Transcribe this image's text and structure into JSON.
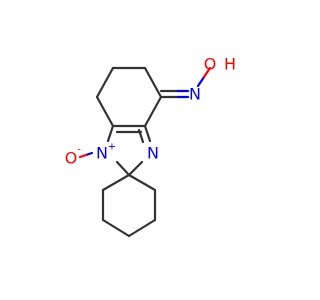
{
  "molecule": {
    "atoms": {
      "n1": {
        "symbol": "N",
        "charge": "+",
        "color": "#0000ff"
      },
      "n3": {
        "symbol": "N",
        "color": "#0000ff"
      },
      "oxide": {
        "symbol": "O",
        "charge": "-",
        "color": "#ff0000"
      },
      "oxime_n": {
        "symbol": "N",
        "color": "#0000ff"
      },
      "oxime_o": {
        "symbol": "O",
        "color": "#ff0000"
      },
      "hydroxyl_h": {
        "symbol": "H",
        "color": "#ff0000"
      }
    },
    "colors": {
      "bond": "#333333",
      "nitrogen": "#0000ff",
      "oxygen": "#ff0000"
    }
  }
}
